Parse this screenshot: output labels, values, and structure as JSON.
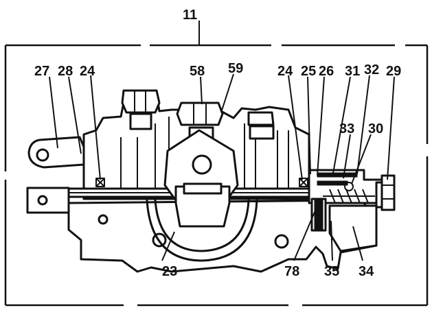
{
  "diagram": {
    "callouts": {
      "c11": "11",
      "c27": "27",
      "c28": "28",
      "c24a": "24",
      "c58": "58",
      "c59": "59",
      "c24b": "24",
      "c25": "25",
      "c26": "26",
      "c31": "31",
      "c32": "32",
      "c29": "29",
      "c33": "33",
      "c30": "30",
      "c23": "23",
      "c78": "78",
      "c35": "35",
      "c34": "34"
    }
  }
}
